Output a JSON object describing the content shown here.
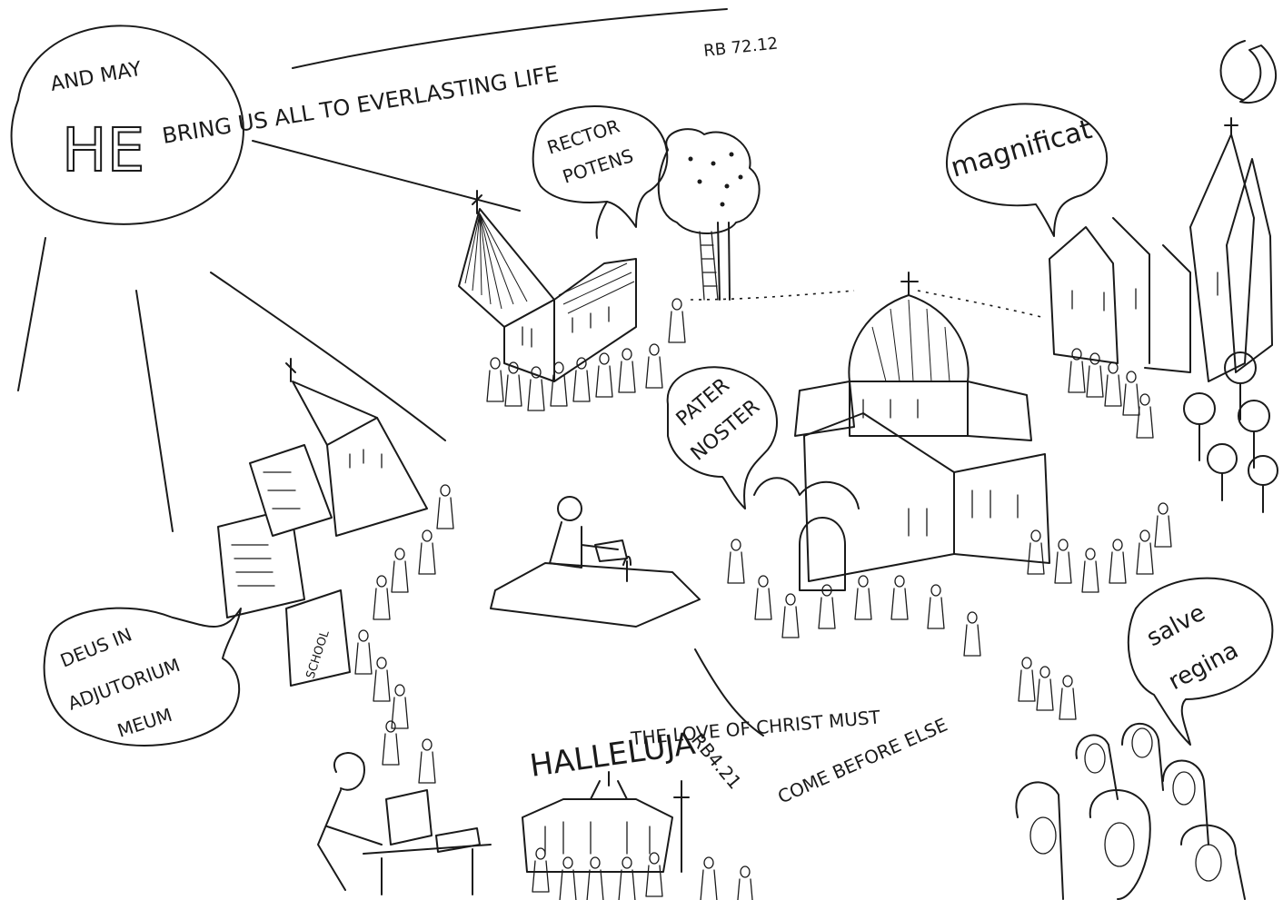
{
  "sun": {
    "line1": "AND MAY",
    "big": "HE",
    "line2": "BRING US ALL TO EVERLASTING LIFE",
    "ref": "RB 72.12"
  },
  "bubbles": {
    "rector": [
      "RECTOR",
      "POTENS"
    ],
    "magnificat": "magnificat",
    "pater": [
      "PATER",
      "NOSTER"
    ],
    "deus": [
      "DEUS IN",
      "ADJUTORIUM",
      "MEUM"
    ],
    "salve": [
      "salve",
      "regina"
    ]
  },
  "labels": {
    "school": "SCHOOL",
    "halleluja": "HALLELUJA",
    "rb_ref": "RB4.21",
    "love_line1": "THE LOVE OF CHRIST MUST",
    "love_line2": "COME BEFORE ELSE"
  }
}
